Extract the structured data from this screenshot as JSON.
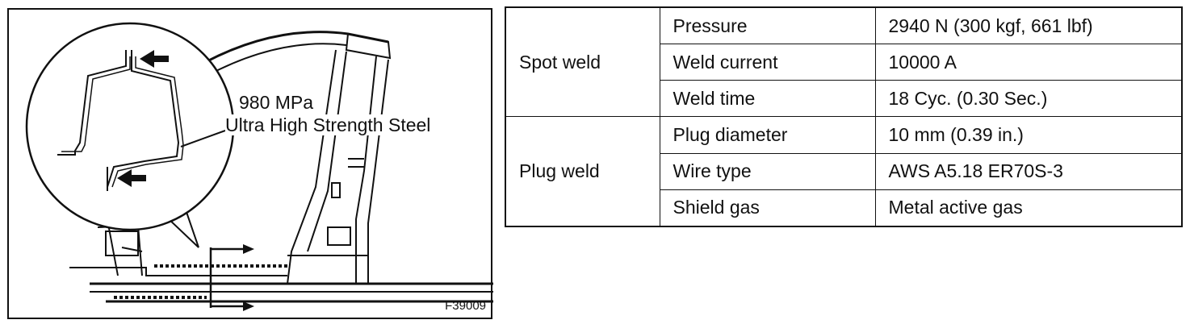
{
  "figure": {
    "material_strength": "980 MPa",
    "material_name": "Ultra High Strength Steel",
    "figure_code": "F39009"
  },
  "table": {
    "groups": [
      {
        "name": "Spot weld",
        "rows": [
          {
            "param": "Pressure",
            "value": "2940 N (300 kgf, 661 lbf)"
          },
          {
            "param": "Weld current",
            "value": "10000 A"
          },
          {
            "param": "Weld time",
            "value": "18 Cyc. (0.30 Sec.)"
          }
        ]
      },
      {
        "name": "Plug weld",
        "rows": [
          {
            "param": "Plug diameter",
            "value": "10 mm (0.39 in.)"
          },
          {
            "param": "Wire type",
            "value": "AWS A5.18 ER70S-3"
          },
          {
            "param": "Shield gas",
            "value": "Metal active gas"
          }
        ]
      }
    ]
  }
}
